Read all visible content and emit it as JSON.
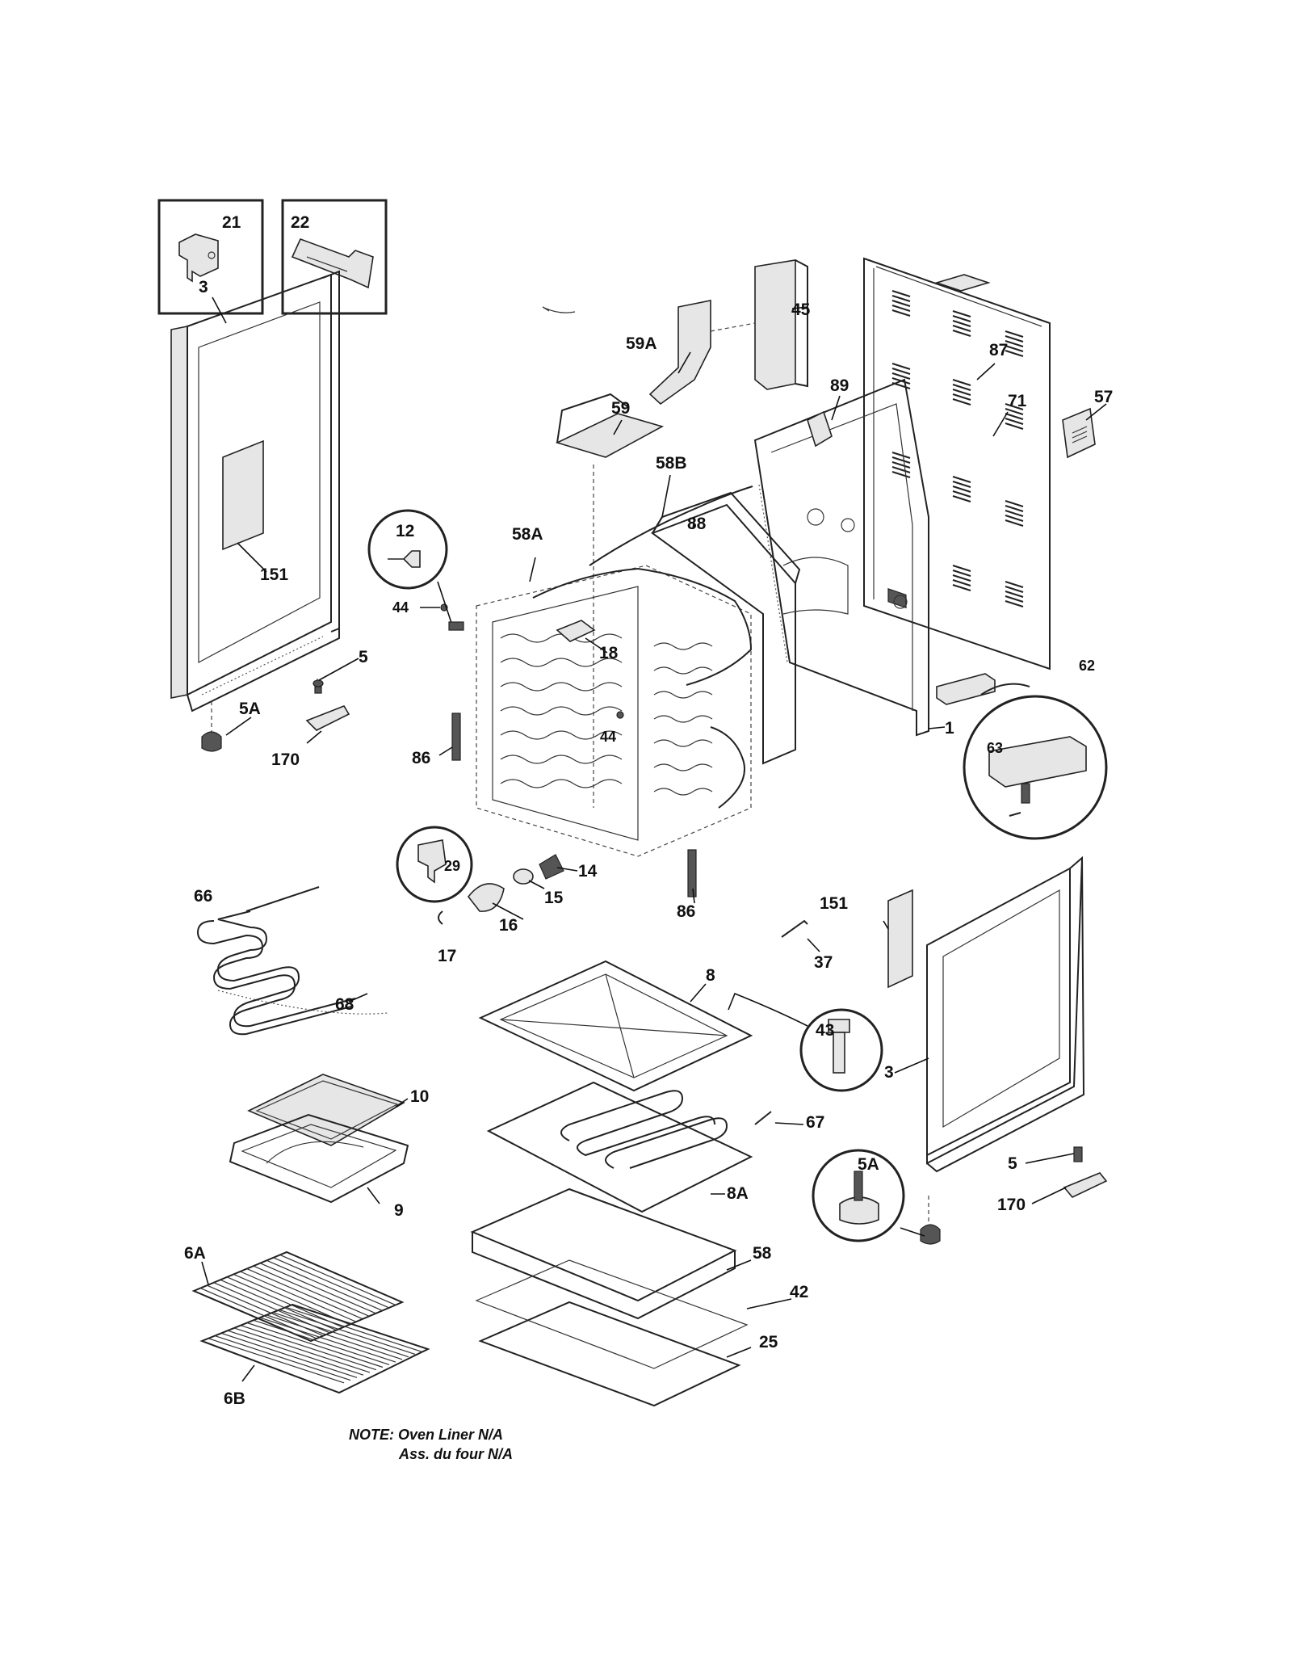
{
  "parts": {
    "p21": "21",
    "p22": "22",
    "p45": "45",
    "p59A": "59A",
    "p87": "87",
    "p57": "57",
    "p89": "89",
    "p71": "71",
    "p3_left": "3",
    "p59": "59",
    "p58B": "58B",
    "p12": "12",
    "p88": "88",
    "p58A": "58A",
    "p151_left": "151",
    "p44_a": "44",
    "p18": "18",
    "p5_left": "5",
    "p62": "62",
    "p5A_left": "5A",
    "p44_b": "44",
    "p1": "1",
    "p63": "63",
    "p170_left": "170",
    "p86_left": "86",
    "p29": "29",
    "p14": "14",
    "p66": "66",
    "p15": "15",
    "p86_right": "86",
    "p151_right": "151",
    "p16": "16",
    "p17": "17",
    "p37": "37",
    "p8": "8",
    "p43": "43",
    "p68": "68",
    "p3_right": "3",
    "p10": "10",
    "p67": "67",
    "p5A_right": "5A",
    "p5_right": "5",
    "p9": "9",
    "p8A": "8A",
    "p170_right": "170",
    "p6A": "6A",
    "p58": "58",
    "p42": "42",
    "p25": "25",
    "p6B": "6B"
  },
  "note": {
    "line1": "NOTE: Oven Liner N/A",
    "line2": "Ass. du four N/A"
  }
}
